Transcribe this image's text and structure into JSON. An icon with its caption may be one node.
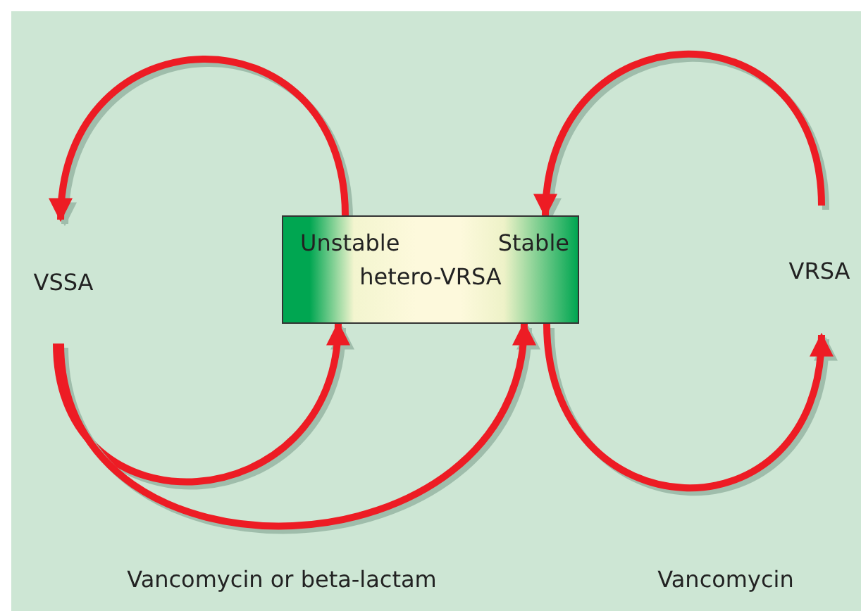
{
  "diagram": {
    "nodes": [
      {
        "text": [
          "VSSA"
        ]
      },
      {
        "text": [
          "Unstable",
          "Stable",
          "hetero-VRSA"
        ]
      },
      {
        "text": [
          "VRSA"
        ]
      }
    ],
    "edges": [
      {
        "from": 1,
        "to": 0,
        "arrow": "to"
      },
      {
        "from": 0,
        "to": 1,
        "arrow": "to"
      },
      {
        "from": 0,
        "to": 1,
        "arrow": "to"
      },
      {
        "from": 1,
        "to": 2,
        "arrow": "to"
      },
      {
        "from": 2,
        "to": 1,
        "arrow": "to"
      }
    ],
    "labels": [
      "Vancomycin or beta-lactam",
      "Vancomycin"
    ]
  }
}
